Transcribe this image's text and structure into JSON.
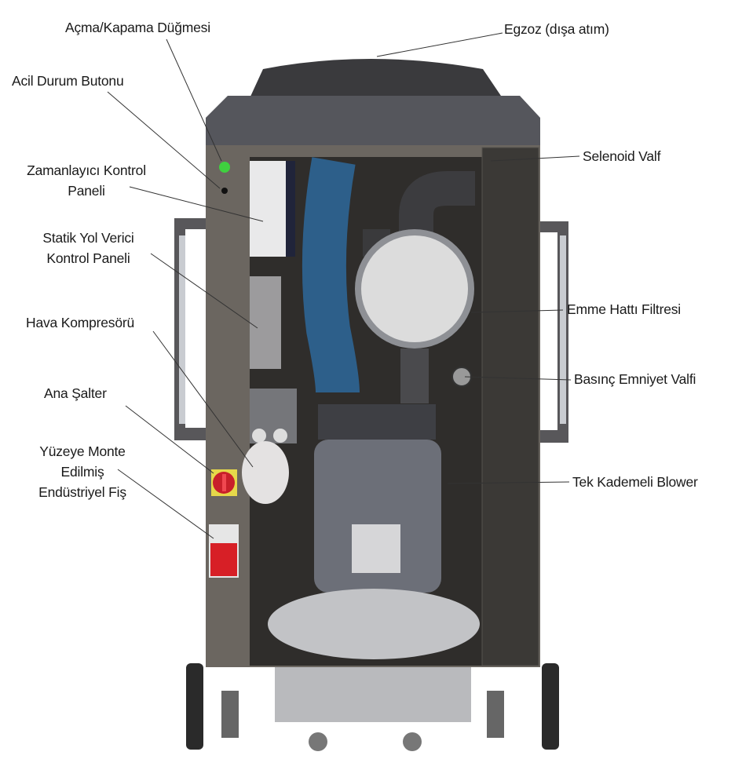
{
  "labels": {
    "on_off_button": "Açma/Kapama Düğmesi",
    "emergency_button": "Acil Durum Butonu",
    "timer_panel_1": "Zamanlayıcı Kontrol",
    "timer_panel_2": "Paneli",
    "static_panel_1": "Statik Yol Verici",
    "static_panel_2": "Kontrol Paneli",
    "air_compressor": "Hava Kompresörü",
    "main_switch": "Ana Şalter",
    "plug_1": "Yüzeye Monte",
    "plug_2": "Edilmiş",
    "plug_3": "Endüstriyel Fiş",
    "exhaust": "Egzoz (dışa atım)",
    "solenoid_valve": "Selenoid Valf",
    "suction_filter": "Emme Hattı Filtresi",
    "pressure_relief_valve": "Basınç Emniyet Valfi",
    "single_stage_blower": "Tek Kademeli Blower"
  },
  "colors": {
    "frame": "#6b6660",
    "interior": "#2f2d2b",
    "hose": "#2d5f8a",
    "power_led": "#3fd13f",
    "switch_red": "#c8202a",
    "switch_yellow": "#e6d84a"
  }
}
